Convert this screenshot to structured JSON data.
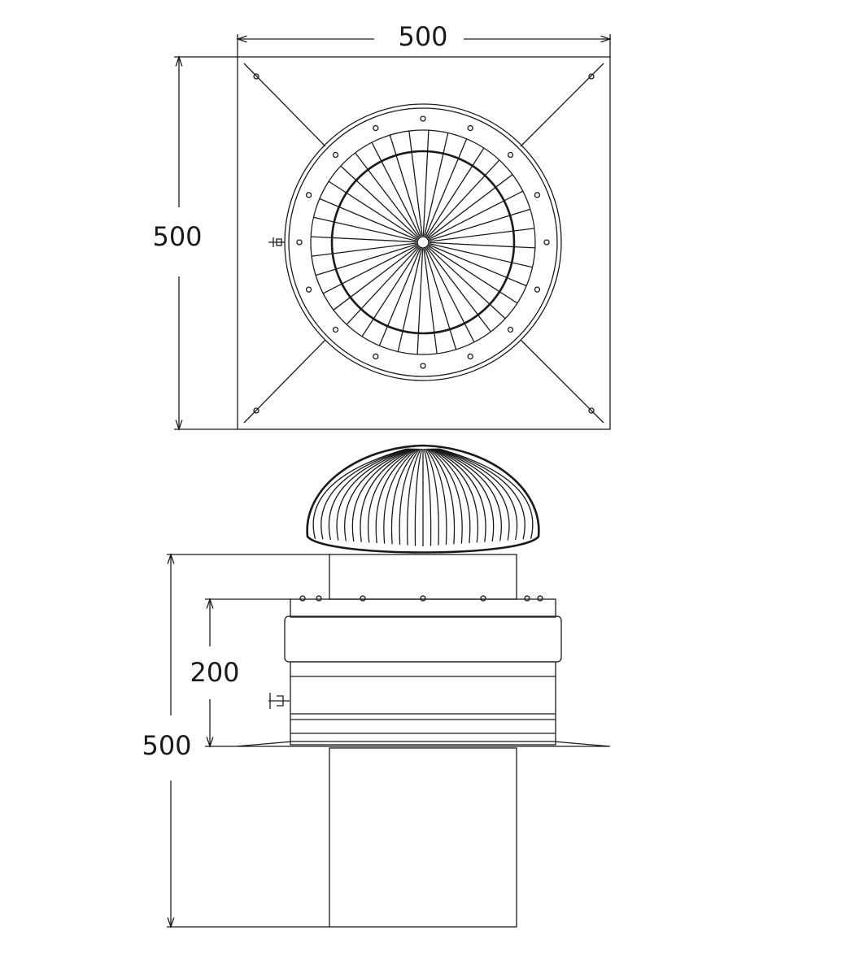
{
  "top_view": {
    "width_label": "500",
    "height_label": "500",
    "spoke_count": 36
  },
  "side_view": {
    "height_label": "500",
    "flange_height_label": "200",
    "rib_count": 30
  },
  "colors": {
    "line": "#1a1a1a",
    "background": "#ffffff"
  }
}
